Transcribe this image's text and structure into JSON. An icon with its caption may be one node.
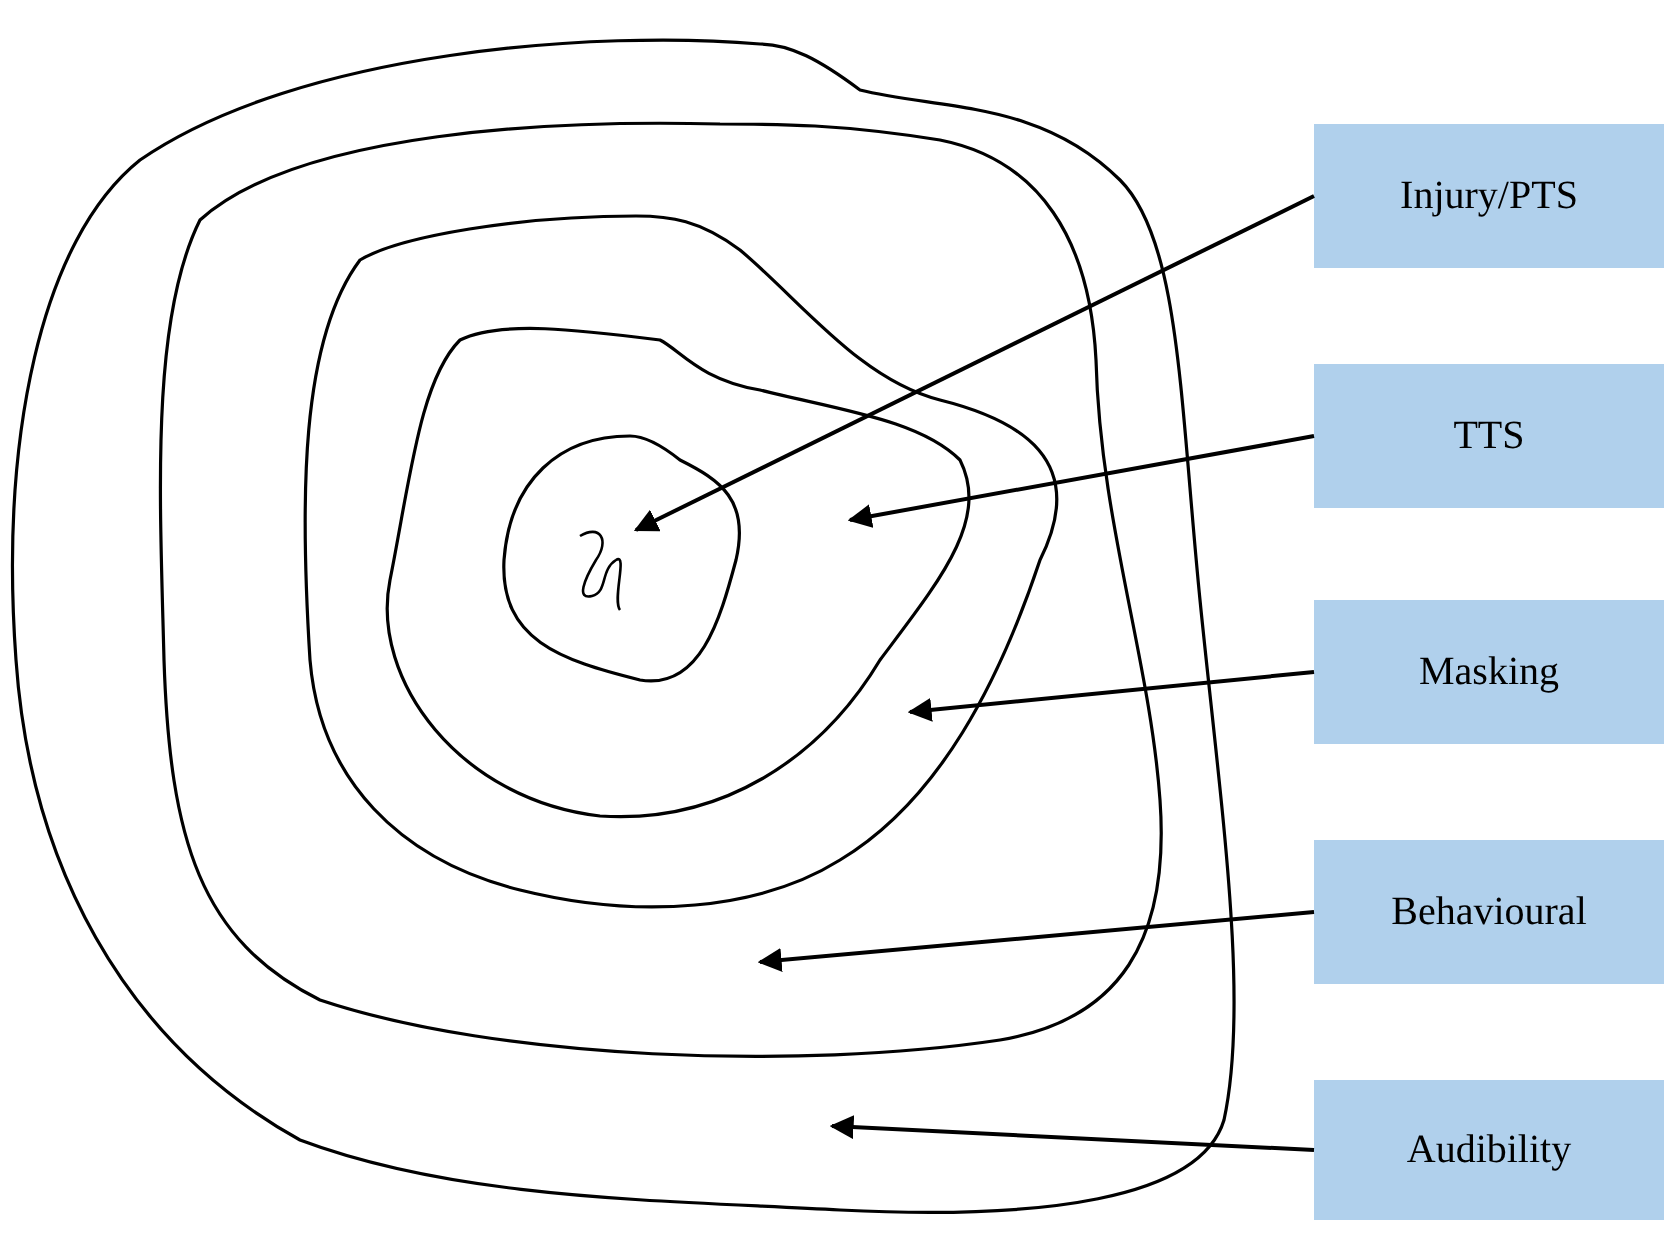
{
  "diagram": {
    "nodes": [
      {
        "text": [
          "Injury/PTS"
        ]
      },
      {
        "text": [
          "TTS"
        ]
      },
      {
        "text": [
          "Masking"
        ]
      },
      {
        "text": [
          "Behavioural"
        ]
      },
      {
        "text": [
          "Audibility"
        ]
      },
      {
        "text": [],
        "shape": "circle"
      },
      {
        "text": [],
        "shape": "circle",
        "in": 5
      },
      {
        "text": [],
        "shape": "circle",
        "in": 6
      },
      {
        "text": [],
        "shape": "circle",
        "in": 7
      },
      {
        "text": [],
        "shape": "circle",
        "in": 8
      }
    ],
    "edges": [
      {
        "from": 0,
        "to": 9,
        "arrow": "to"
      },
      {
        "from": 1,
        "to": 8,
        "arrow": "to"
      },
      {
        "from": 2,
        "to": 7,
        "arrow": "to"
      },
      {
        "from": 3,
        "to": 6,
        "arrow": "to"
      },
      {
        "from": 4,
        "to": 5,
        "arrow": "to"
      }
    ]
  }
}
